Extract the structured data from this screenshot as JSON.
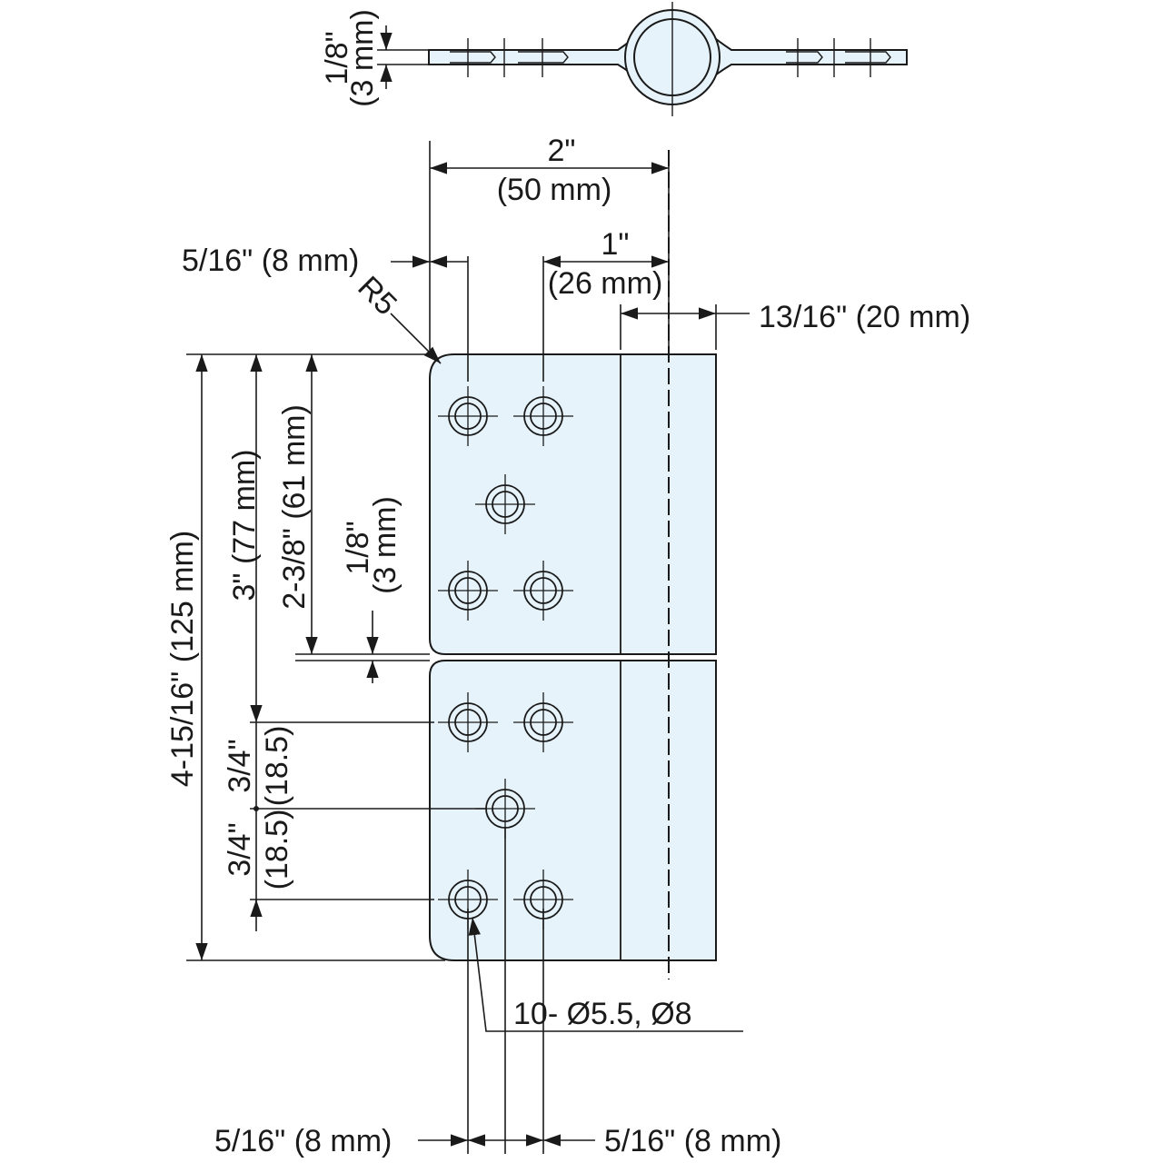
{
  "colors": {
    "plate_fill": "#e6f3fb",
    "line": "#1a1a1a",
    "background": "#ffffff"
  },
  "top_view": {
    "thickness_label": "1/8\"",
    "thickness_label_mm": "(3 mm)"
  },
  "dimensions": {
    "overall_width": "2\"",
    "overall_width_mm": "(50 mm)",
    "edge_offset_top": "5/16\" (8 mm)",
    "corner_radius": "R5",
    "hole_to_pin": "1\"",
    "hole_to_pin_mm": "(26 mm)",
    "knuckle_width": "13/16\" (20 mm)",
    "overall_height": "4-15/16\" (125 mm)",
    "hole_span": "3\" (77 mm)",
    "leaf_height": "2-3/8\" (61 mm)",
    "gap": "1/8\"",
    "gap_mm": "(3 mm)",
    "pitch_upper": "3/4\"",
    "pitch_upper_mm": "(18.5)",
    "pitch_lower": "3/4\"",
    "pitch_lower_mm": "(18.5)",
    "holes_callout": "10- Ø5.5, Ø8",
    "bottom_left": "5/16\" (8 mm)",
    "bottom_right": "5/16\" (8 mm)"
  }
}
